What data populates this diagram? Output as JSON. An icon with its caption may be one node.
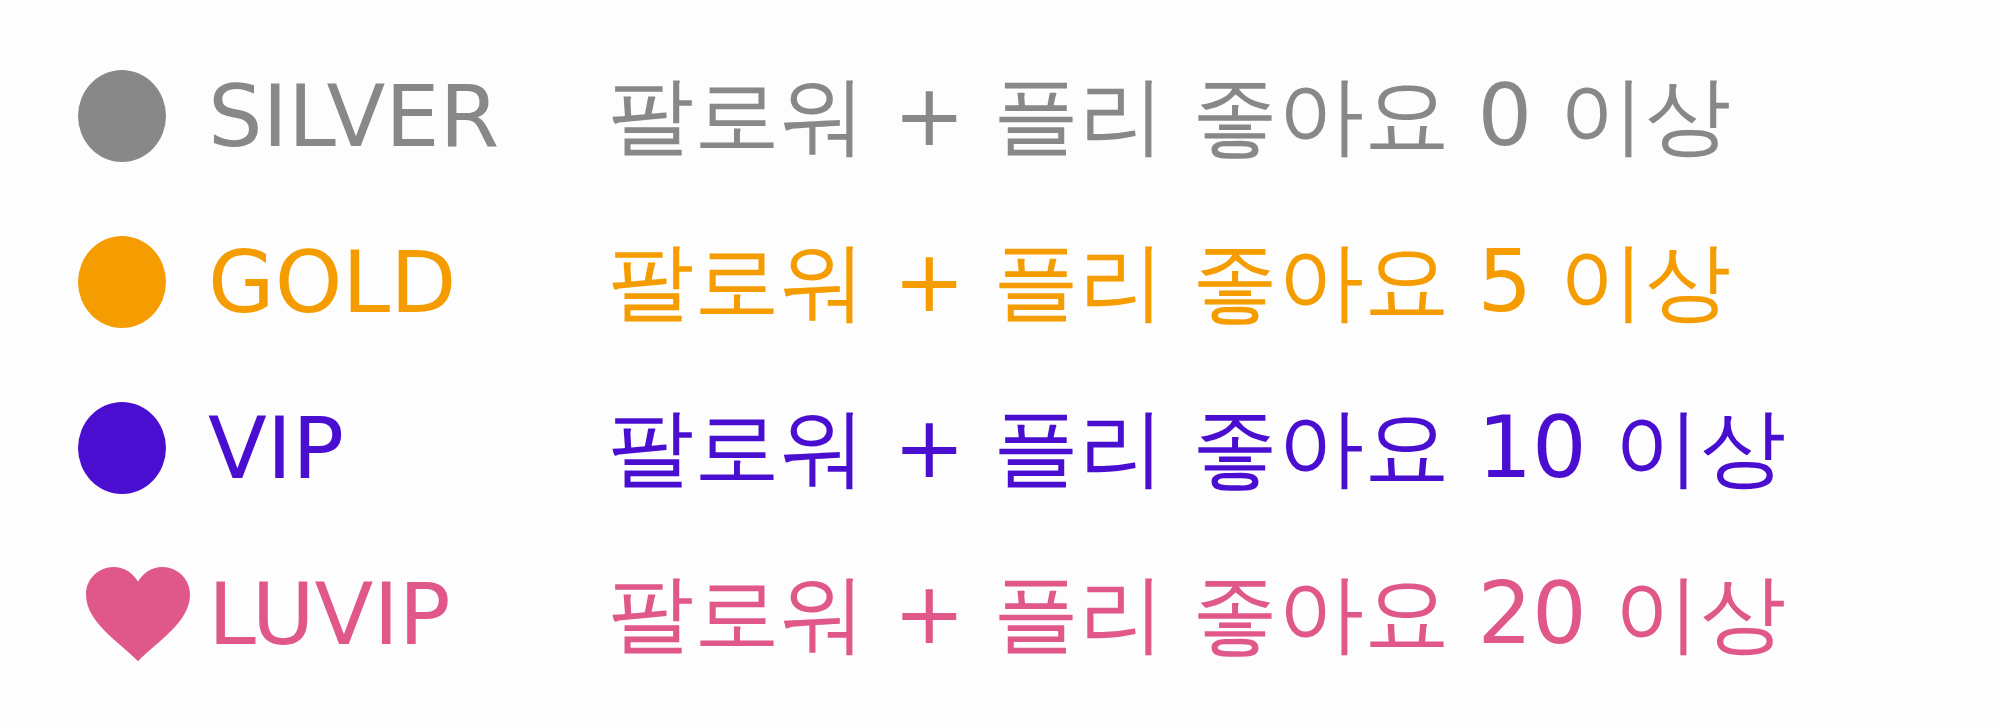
{
  "diagram": {
    "legend": [
      {
        "text": "SILVER",
        "color": "#888888"
      },
      {
        "text": "GOLD",
        "color": "#f59c00"
      },
      {
        "text": "VIP",
        "color": "#4a0ed0"
      },
      {
        "text": "LUVIP",
        "color": "#e0588a"
      }
    ],
    "labels": [
      "팔로워 + 플리 좋아요 0 이상",
      "팔로워 + 플리 좋아요 5 이상",
      "팔로워 + 플리 좋아요 10 이상",
      "팔로워 + 플리 좋아요 20 이상"
    ]
  }
}
